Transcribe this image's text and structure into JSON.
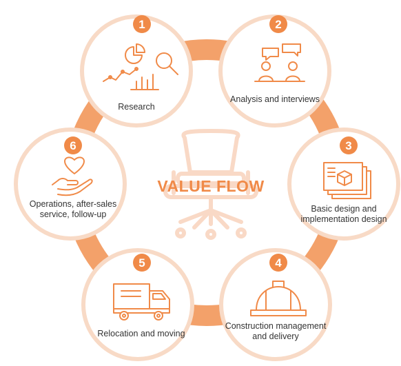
{
  "title": "VALUE FLOW",
  "colors": {
    "accent": "#f08a48",
    "ring": "#f3a16a",
    "circle_border": "#f8dac6",
    "chair": "#f9d9c6",
    "text": "#333333"
  },
  "steps": [
    {
      "number": "1",
      "label": "Research",
      "icon": "research-chart-magnifier-icon"
    },
    {
      "number": "2",
      "label": "Analysis and interviews",
      "icon": "interview-people-icon"
    },
    {
      "number": "3",
      "label": "Basic design and implementation design",
      "icon": "design-box-icon"
    },
    {
      "number": "4",
      "label": "Construction management and delivery",
      "icon": "hard-hat-icon"
    },
    {
      "number": "5",
      "label": "Relocation and moving",
      "icon": "truck-icon"
    },
    {
      "number": "6",
      "label": "Operations, after-sales service, follow-up",
      "icon": "hand-heart-icon"
    }
  ]
}
